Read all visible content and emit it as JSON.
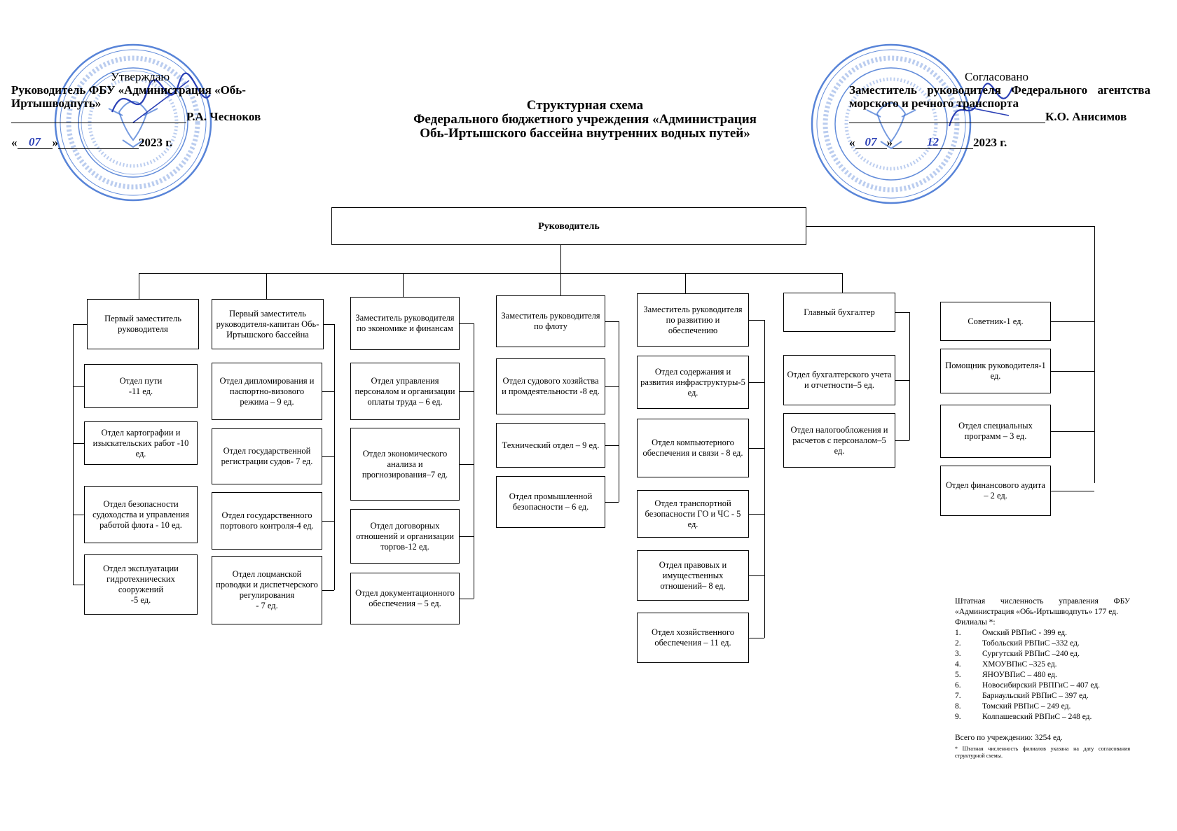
{
  "approve": {
    "label": "Утверждаю",
    "line1": "Руководитель ФБУ «Администрация «Обь-Иртышводпуть»",
    "name": "Р.А. Чесноков",
    "date_open": "«",
    "date_day": "07",
    "date_close": "»",
    "date_year": "2023 г."
  },
  "agree": {
    "label": "Согласовано",
    "line1": "Заместитель руководителя Федерального агентства морского и речного транспорта",
    "name": "К.О. Анисимов",
    "date_open": "«",
    "date_day": "07",
    "date_close": "»",
    "date_month": "12",
    "date_year": "2023 г."
  },
  "title": {
    "line1": "Структурная схема",
    "line2": "Федерального бюджетного учреждения «Администрация",
    "line3": "Обь-Иртышского бассейна внутренних водных путей»"
  },
  "head": "Руководитель",
  "columns": [
    {
      "head": "Первый заместитель руководителя",
      "items": [
        "Отдел пути\n-11 ед.",
        "Отдел картографии и изыскательских работ -10 ед.",
        "Отдел безопасности судоходства и управления работой флота - 10 ед.",
        "Отдел эксплуатации гидротехнических сооружений\n-5 ед."
      ]
    },
    {
      "head": "Первый заместитель руководителя-капитан Обь-Иртышского бассейна",
      "items": [
        "Отдел дипломирования и паспортно-визового режима – 9 ед.",
        "Отдел государственной регистрации судов- 7 ед.",
        "Отдел государственного портового контроля-4 ед.",
        "Отдел лоцманской проводки и диспетчерского регулирования\n- 7 ед."
      ]
    },
    {
      "head": "Заместитель руководителя по экономике и финансам",
      "items": [
        "Отдел управления персоналом и организации оплаты труда – 6 ед.",
        "Отдел экономического анализа и прогнозирования–7 ед.",
        "Отдел договорных отношений и организации торгов-12 ед.",
        "Отдел документационного обеспечения – 5 ед."
      ]
    },
    {
      "head": "Заместитель руководителя по флоту",
      "items": [
        "Отдел судового хозяйства и промдеятельности -8 ед.",
        "Технический отдел – 9 ед.",
        "Отдел промышленной безопасности – 6 ед."
      ]
    },
    {
      "head": "Заместитель руководителя по развитию и обеспечению",
      "items": [
        "Отдел содержания и развития инфраструктуры-5 ед.",
        "Отдел компьютерного обеспечения и связи - 8 ед.",
        "Отдел транспортной безопасности ГО и ЧС - 5 ед.",
        "Отдел правовых и имущественных отношений– 8 ед.",
        "Отдел хозяйственного обеспечения – 11 ед."
      ]
    },
    {
      "head": "Главный бухгалтер",
      "items": [
        "Отдел бухгалтерского учета и отчетности–5 ед.",
        "Отдел налогообложения и расчетов с персоналом–5 ед."
      ]
    }
  ],
  "direct": [
    "Советник-1 ед.",
    "Помощник руководителя-1 ед.",
    "Отдел специальных программ – 3 ед.",
    "Отдел финансового аудита – 2 ед."
  ],
  "note": {
    "intro": "Штатная численность управления ФБУ «Администрация «Обь-Иртышводпуть» 177 ед.",
    "branches_label": "Филиалы *:",
    "branches": [
      {
        "n": "1.",
        "text": "Омский РВПиС - 399 ед."
      },
      {
        "n": "2.",
        "text": "Тобольский РВПиС –332 ед."
      },
      {
        "n": "3.",
        "text": "Сургутский РВПиС –240 ед."
      },
      {
        "n": "4.",
        "text": "ХМОУВПиС –325 ед."
      },
      {
        "n": "5.",
        "text": "ЯНОУВПиС – 480 ед."
      },
      {
        "n": "6.",
        "text": "Новосибирский РВПГиС – 407 ед."
      },
      {
        "n": "7.",
        "text": "Барнаульский РВПиС – 397 ед."
      },
      {
        "n": "8.",
        "text": "Томский РВПиС – 249 ед."
      },
      {
        "n": "9.",
        "text": "Колпашевский РВПиС – 248 ед."
      }
    ],
    "total": "Всего по учреждению: 3254 ед.",
    "footnote": "* Штатная численность филиалов указана на дату согласования структурной схемы."
  },
  "colors": {
    "stamp_ink": "#3b6fd1",
    "signature_ink": "#2a3fb5",
    "line": "#000000"
  }
}
